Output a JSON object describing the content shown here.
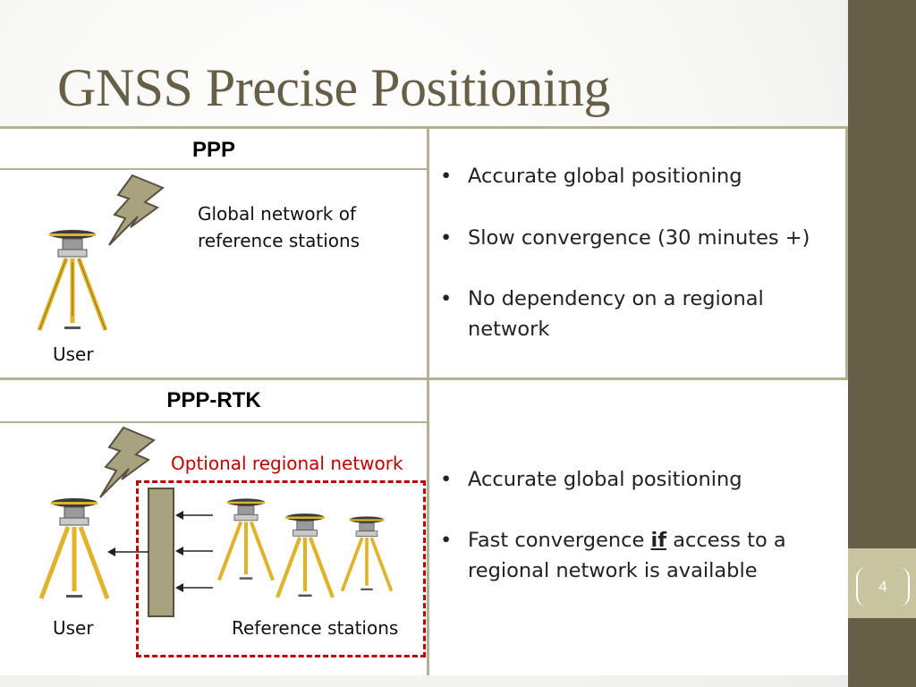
{
  "slide": {
    "title": "GNSS Precise Positioning",
    "page_number": "4"
  },
  "ppp": {
    "header": "PPP",
    "network_label": "Global network of reference stations",
    "user_label": "User",
    "bullets": [
      "Accurate global positioning",
      "Slow convergence (30 minutes +)",
      "No dependency on a regional network"
    ]
  },
  "ppp_rtk": {
    "header": "PPP-RTK",
    "optional_label": "Optional regional network",
    "user_label": "User",
    "reference_label": "Reference stations",
    "bullets": [
      {
        "text": "Accurate global positioning"
      },
      {
        "pre": "Fast convergence ",
        "emph": "if",
        "post": " access to a regional network is available"
      }
    ]
  },
  "colors": {
    "accent": "#675e47",
    "rule": "#b5b093",
    "optional_red": "#c00000",
    "tripod_yellow": "#e0b32a"
  },
  "icons": [
    "lightning-icon",
    "tripod-icon",
    "arrow-left-icon"
  ]
}
